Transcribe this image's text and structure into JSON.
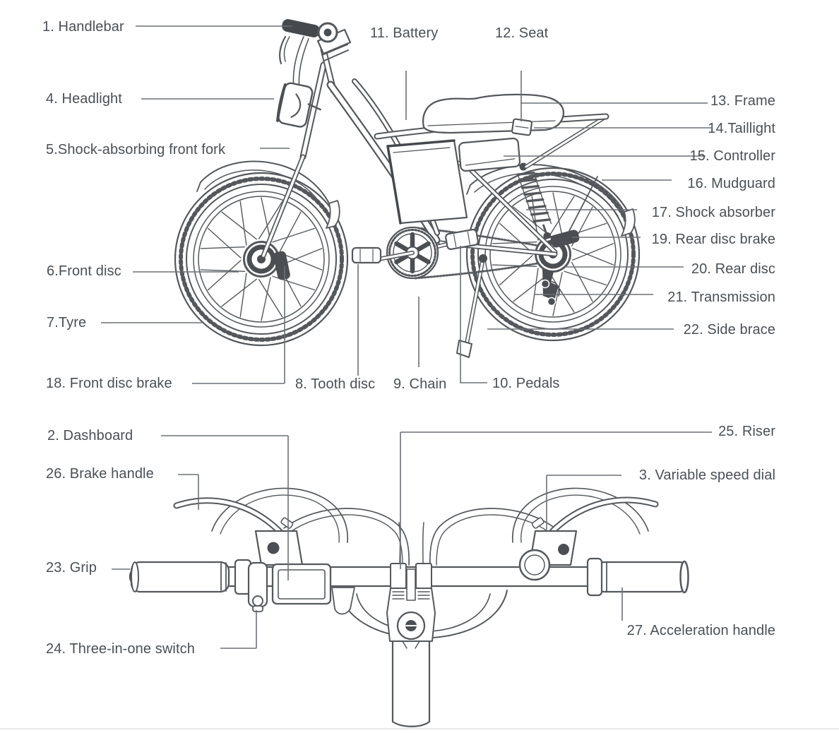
{
  "colors": {
    "background": "#ffffff",
    "label_text": "#4a5056",
    "drawing_line": "#54585c",
    "leader_line": "#6c7176",
    "dark_fill": "#4b4f53"
  },
  "parts": [
    {
      "num": 1,
      "label": "1. Handlebar"
    },
    {
      "num": 2,
      "label": "2. Dashboard"
    },
    {
      "num": 3,
      "label": "3. Variable speed dial"
    },
    {
      "num": 4,
      "label": "4. Headlight"
    },
    {
      "num": 5,
      "label": "5.Shock-absorbing front fork"
    },
    {
      "num": 6,
      "label": "6.Front disc"
    },
    {
      "num": 7,
      "label": "7.Tyre"
    },
    {
      "num": 8,
      "label": "8. Tooth disc"
    },
    {
      "num": 9,
      "label": "9. Chain"
    },
    {
      "num": 10,
      "label": "10. Pedals"
    },
    {
      "num": 11,
      "label": "11. Battery"
    },
    {
      "num": 12,
      "label": "12. Seat"
    },
    {
      "num": 13,
      "label": "13. Frame"
    },
    {
      "num": 14,
      "label": "14.Taillight"
    },
    {
      "num": 15,
      "label": "15. Controller"
    },
    {
      "num": 16,
      "label": "16. Mudguard"
    },
    {
      "num": 17,
      "label": "17. Shock absorber"
    },
    {
      "num": 18,
      "label": "18. Front disc brake"
    },
    {
      "num": 19,
      "label": "19. Rear disc brake"
    },
    {
      "num": 20,
      "label": "20. Rear disc"
    },
    {
      "num": 21,
      "label": "21. Transmission"
    },
    {
      "num": 22,
      "label": "22. Side brace"
    },
    {
      "num": 23,
      "label": "23. Grip"
    },
    {
      "num": 24,
      "label": "24. Three-in-one switch"
    },
    {
      "num": 25,
      "label": "25. Riser"
    },
    {
      "num": 26,
      "label": "26. Brake handle"
    },
    {
      "num": 27,
      "label": "27. Acceleration handle"
    }
  ]
}
